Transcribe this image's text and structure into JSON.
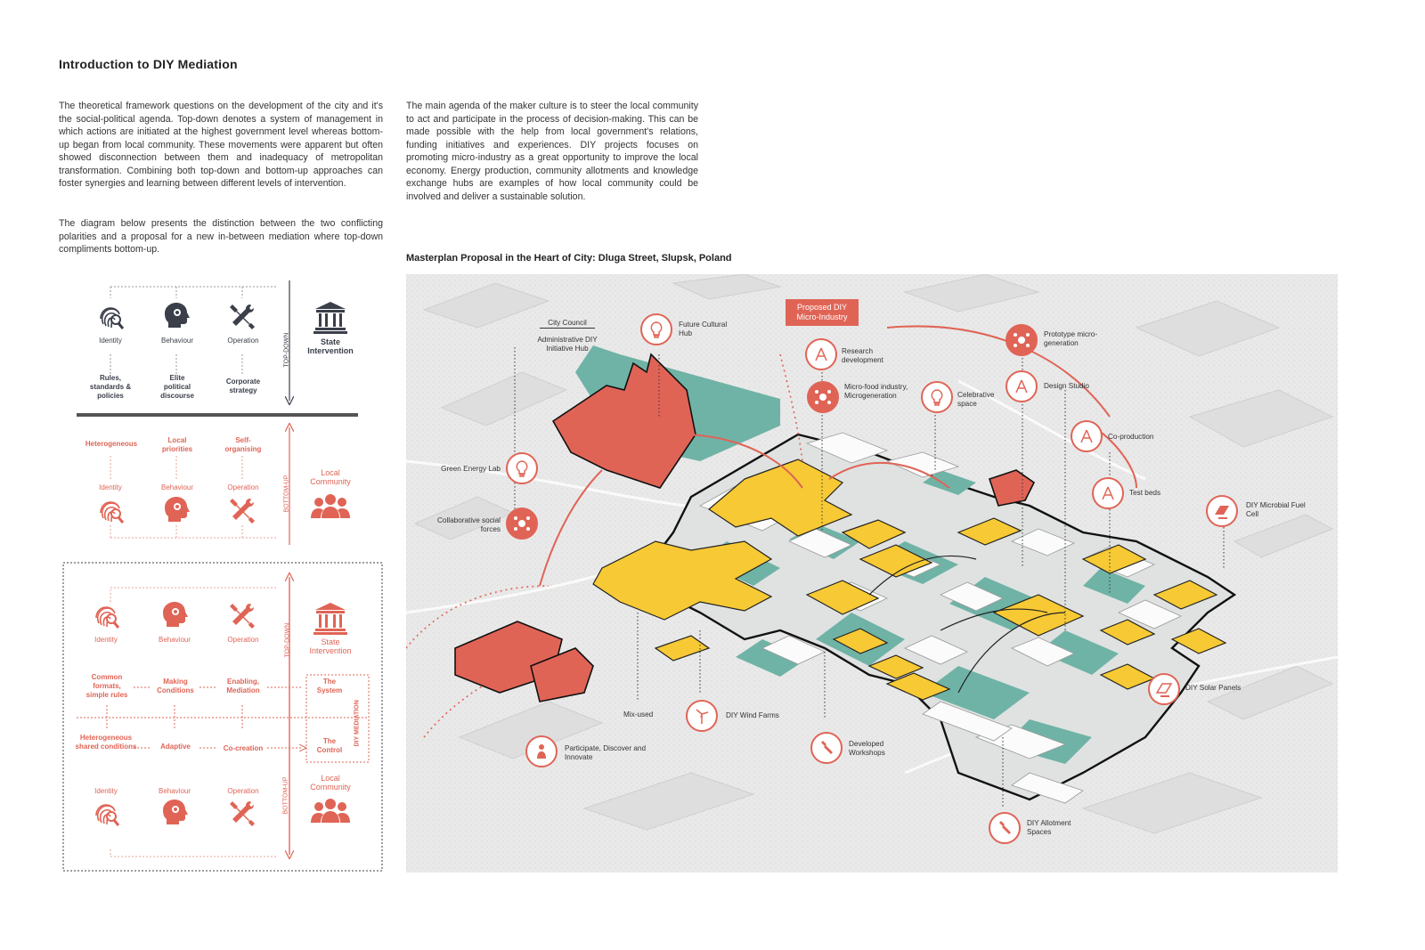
{
  "page": {
    "title": "Introduction to DIY Mediation",
    "para1": "The theoretical framework questions on the development of the city and it's the social-political agenda. Top-down denotes a system of management in which actions are initiated at the highest government level whereas bottom-up began from local community. These movements were apparent but often showed disconnection between them and inadequacy of metropolitan transformation. Combining both top-down and bottom-up approaches can foster synergies and learning between different levels of intervention.",
    "para2": "The diagram below presents the distinction between the two conflicting polarities and a proposal for a new in-between mediation where top-down compliments bottom-up.",
    "para3": "The main agenda of the maker culture is to steer the local community to act and participate in the process of decision-making. This can be made possible with the help from local government's relations, funding initiatives and experiences. DIY projects focuses on promoting micro-industry as a great opportunity to improve the local economy. Energy production, community allotments and knowledge exchange hubs are examples of how local community could be involved and deliver a sustainable solution.",
    "map_title": "Masterplan Proposal in the Heart of City: Dluga Street, Slupsk, Poland"
  },
  "diagram": {
    "top": {
      "identity": "Identity",
      "behaviour": "Behaviour",
      "operation": "Operation",
      "state": "State Intervention",
      "rules": "Rules, standards & policies",
      "elite": "Elite political discourse",
      "corporate": "Corporate strategy",
      "axis": "TOP-DOWN"
    },
    "mid": {
      "heterogeneous": "Heterogeneous",
      "local_priorities": "Local priorities",
      "self_organising": "Self-organising",
      "identity": "Identity",
      "behaviour": "Behaviour",
      "operation": "Operation",
      "community": "Local Community",
      "axis": "BOTTOM-UP"
    },
    "bottom": {
      "identity": "Identity",
      "behaviour": "Behaviour",
      "operation": "Operation",
      "state": "State Intervention",
      "common": "Common formats, simple rules",
      "making": "Making Conditions",
      "enabling": "Enabling, Mediation",
      "system": "The System",
      "hetero_shared": "Heterogeneous shared conditions",
      "adaptive": "Adaptive",
      "cocreation": "Co-creation",
      "control": "The Control",
      "diy": "DIY MEDIATION",
      "identity2": "Identity",
      "behaviour2": "Behaviour",
      "operation2": "Operation",
      "community": "Local Community",
      "axis_top": "TOP-DOWN",
      "axis_bottom": "BOTTOM-UP"
    }
  },
  "map": {
    "proposed": "Proposed DIY Micro-Industry",
    "city_council": "City Council",
    "admin_hub": "Administrative DIY Initiative Hub",
    "future_cultural": "Future Cultural Hub",
    "research": "Research development",
    "micro_food": "Micro-food industry, Microgeneration",
    "celebrative": "Celebrative space",
    "prototype": "Prototype micro-generation",
    "design_studio": "Design Studio",
    "coproduction": "Co-production",
    "test_beds": "Test beds",
    "fuel_cell": "DIY Microbial Fuel Cell",
    "green_lab": "Green Energy Lab",
    "collab": "Collaborative social forces",
    "solar": "DIY Solar Panels",
    "mixused": "Mix-used",
    "wind": "DIY Wind Farms",
    "workshops": "Developed Workshops",
    "participate": "Participate, Discover and Innovate",
    "allotment": "DIY Allotment Spaces"
  },
  "colors": {
    "red": "#e06456",
    "dark": "#3a3f4a",
    "yellow": "#f7c934",
    "teal": "#6fb3a6"
  }
}
